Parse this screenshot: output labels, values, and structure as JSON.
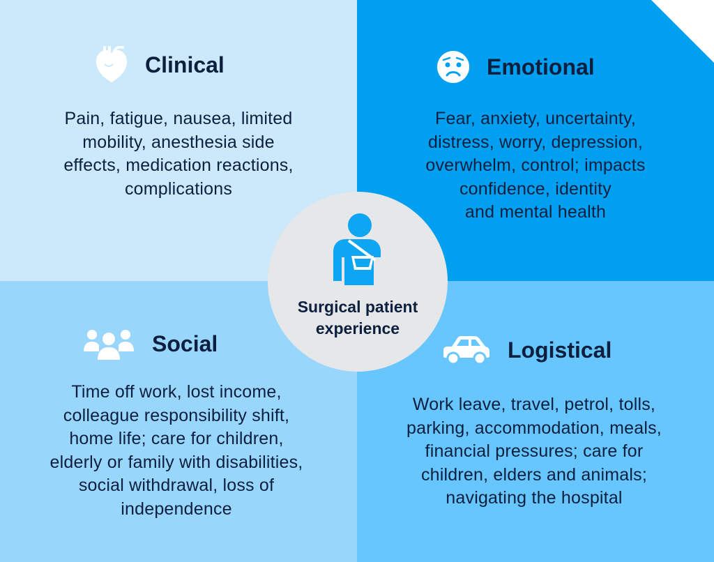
{
  "colors": {
    "clinical_bg": "#cce9fb",
    "emotional_bg": "#009ff0",
    "social_bg": "#99d6fb",
    "logistical_bg": "#66c6fd",
    "center_bg": "#e6e7e8",
    "text": "#0c1f3f",
    "icon_blue": "#0ea5f2",
    "icon_white": "#ffffff"
  },
  "center": {
    "icon": "patient-arm-sling-icon",
    "label_lines": [
      "Surgical patient",
      "experience"
    ]
  },
  "quadrants": {
    "clinical": {
      "icon": "heart-icon",
      "title": "Clinical",
      "lines": [
        "Pain, fatigue, nausea, limited",
        "mobility, anesthesia side",
        "effects, medication reactions,",
        "complications"
      ]
    },
    "emotional": {
      "icon": "worried-face-icon",
      "title": "Emotional",
      "lines": [
        "Fear, anxiety, uncertainty,",
        "distress, worry, depression,",
        "overwhelm, control; impacts",
        "confidence, identity",
        "and mental health"
      ]
    },
    "social": {
      "icon": "people-group-icon",
      "title": "Social",
      "lines": [
        "Time off work, lost income,",
        "colleague responsibility shift,",
        "home life; care for children,",
        "elderly or family with disabilities,",
        "social withdrawal, loss of",
        "independence"
      ]
    },
    "logistical": {
      "icon": "car-icon",
      "title": "Logistical",
      "lines": [
        "Work leave, travel, petrol, tolls,",
        "parking, accommodation, meals,",
        "financial pressures; care for",
        "children, elders and animals;",
        "navigating the hospital"
      ]
    }
  }
}
